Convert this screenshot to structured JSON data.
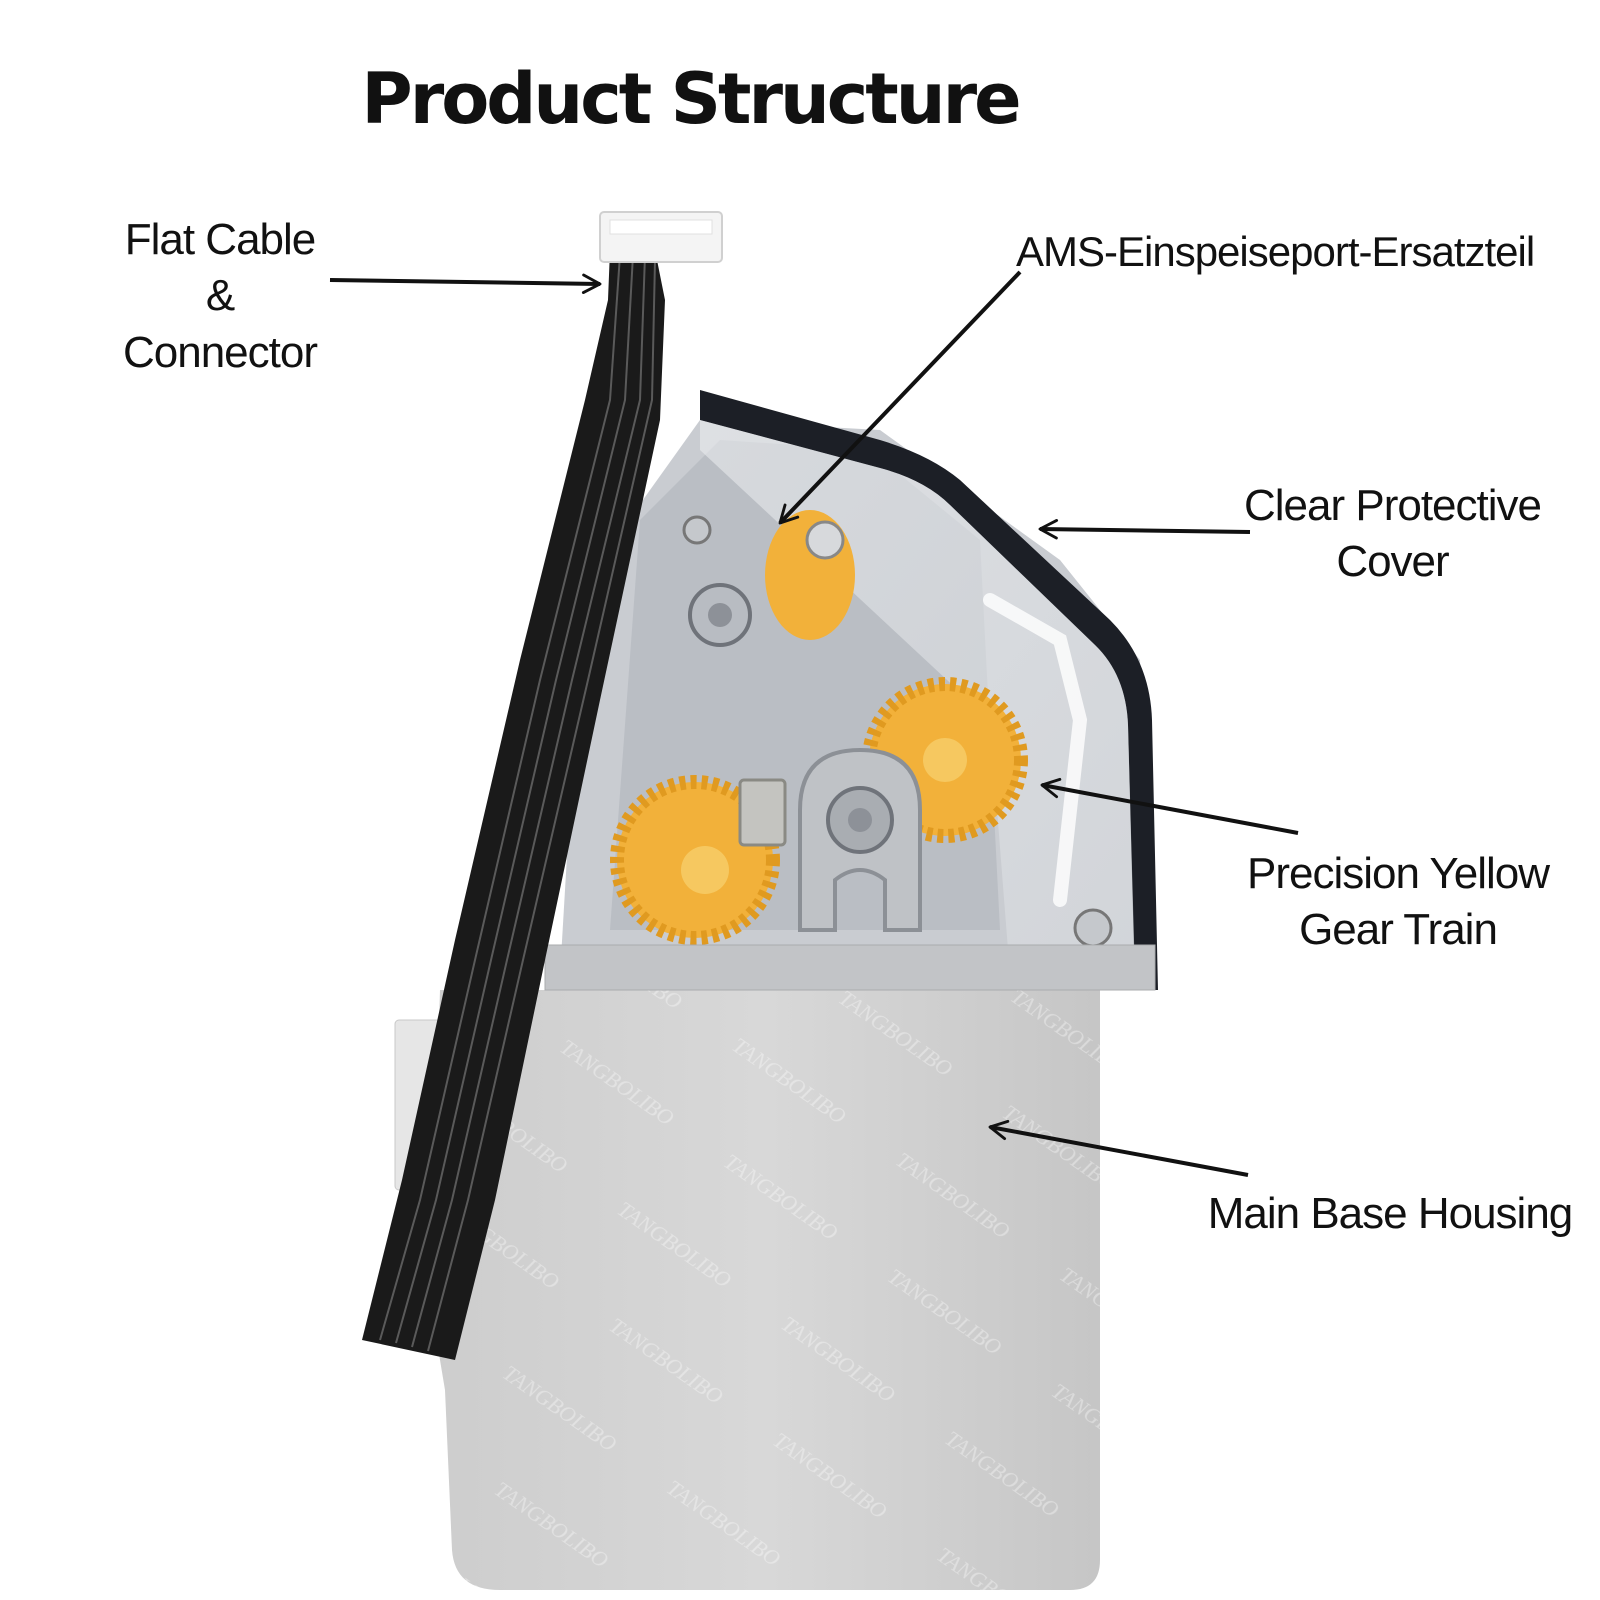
{
  "title": "Product Structure",
  "labels": {
    "flat_cable": [
      "Flat Cable",
      "&",
      "Connector"
    ],
    "feed_port": [
      "AMS-Einspeiseport-Ersatzteil"
    ],
    "clear_cover": [
      "Clear Protective",
      "Cover"
    ],
    "gear_train": [
      "Precision Yellow",
      "Gear Train"
    ],
    "base_housing": [
      "Main Base Housing"
    ]
  },
  "watermark": "TANGBOLIBO",
  "colors": {
    "housing": "#d3d3d3",
    "cover_frame": "#1c1f26",
    "gears": "#f2b13a",
    "cable": "#1a1a1a",
    "connector": "#f4f4f4"
  }
}
